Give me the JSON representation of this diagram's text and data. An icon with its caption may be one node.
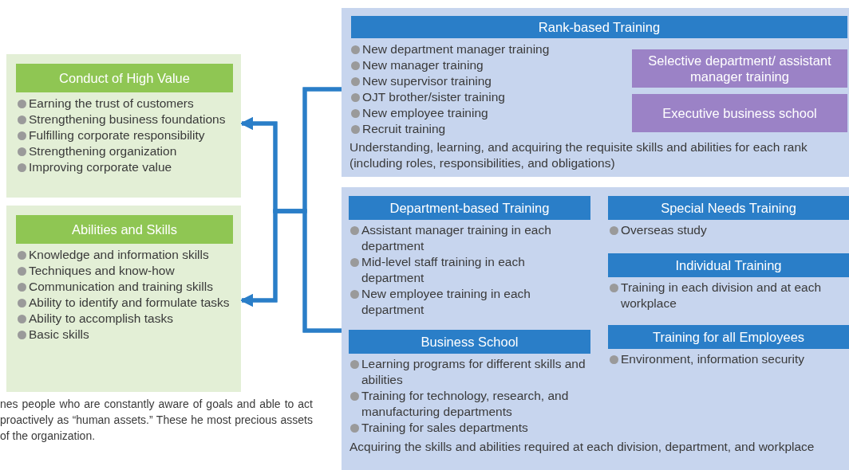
{
  "diagram": {
    "nodes": [
      {
        "text": [
          "Conduct of High Value",
          "Earning the trust of customers",
          "Strengthening business foundations",
          "Fulfilling corporate responsibility",
          "Strengthening organization",
          "Improving corporate value"
        ]
      },
      {
        "text": [
          "Abilities and Skills",
          "Knowledge and information skills",
          "Techniques and know-how",
          "Communication and training skills",
          "Ability to identify and formulate tasks",
          "Ability to accomplish tasks",
          "Basic skills"
        ]
      },
      {
        "text": [
          "Rank-based Training",
          "New department manager training",
          "New manager training",
          "New supervisor training",
          "OJT brother/sister training",
          "New employee training",
          "Recruit training",
          "Understanding, learning, and acquiring the requisite skills and abilities for each rank (including roles, responsibilities, and obligations)"
        ]
      },
      {
        "text": [
          "Selective department/ assistant manager training"
        ],
        "in": 2
      },
      {
        "text": [
          "Executive business school"
        ],
        "in": 2
      },
      {
        "text": [
          "Acquiring the skills and abilities required at each division, department, and workplace"
        ]
      },
      {
        "text": [
          "Department-based Training",
          "Assistant manager training in each department",
          "Mid-level staff training in each department",
          "New employee training in each department"
        ],
        "in": 5
      },
      {
        "text": [
          "Business School",
          "Learning programs for different skills and abilities",
          "Training for technology, research, and manufacturing departments",
          "Training for sales departments"
        ],
        "in": 5
      },
      {
        "text": [
          "Special Needs Training",
          "Overseas study"
        ],
        "in": 5
      },
      {
        "text": [
          "Individual Training",
          "Training in each division and at each workplace"
        ],
        "in": 5
      },
      {
        "text": [
          "Training for all Employees",
          "Environment, information security"
        ],
        "in": 5
      }
    ],
    "edges": [
      {
        "from": 2,
        "to": 0,
        "arrow": "to"
      },
      {
        "from": 2,
        "to": 1,
        "arrow": "to"
      },
      {
        "from": 5,
        "to": 0,
        "arrow": "to"
      },
      {
        "from": 5,
        "to": 1,
        "arrow": "to"
      }
    ],
    "labels": [
      "nes people who are constantly aware of goals and able to act proactively as “human assets.” These he most precious assets of the organization."
    ]
  }
}
